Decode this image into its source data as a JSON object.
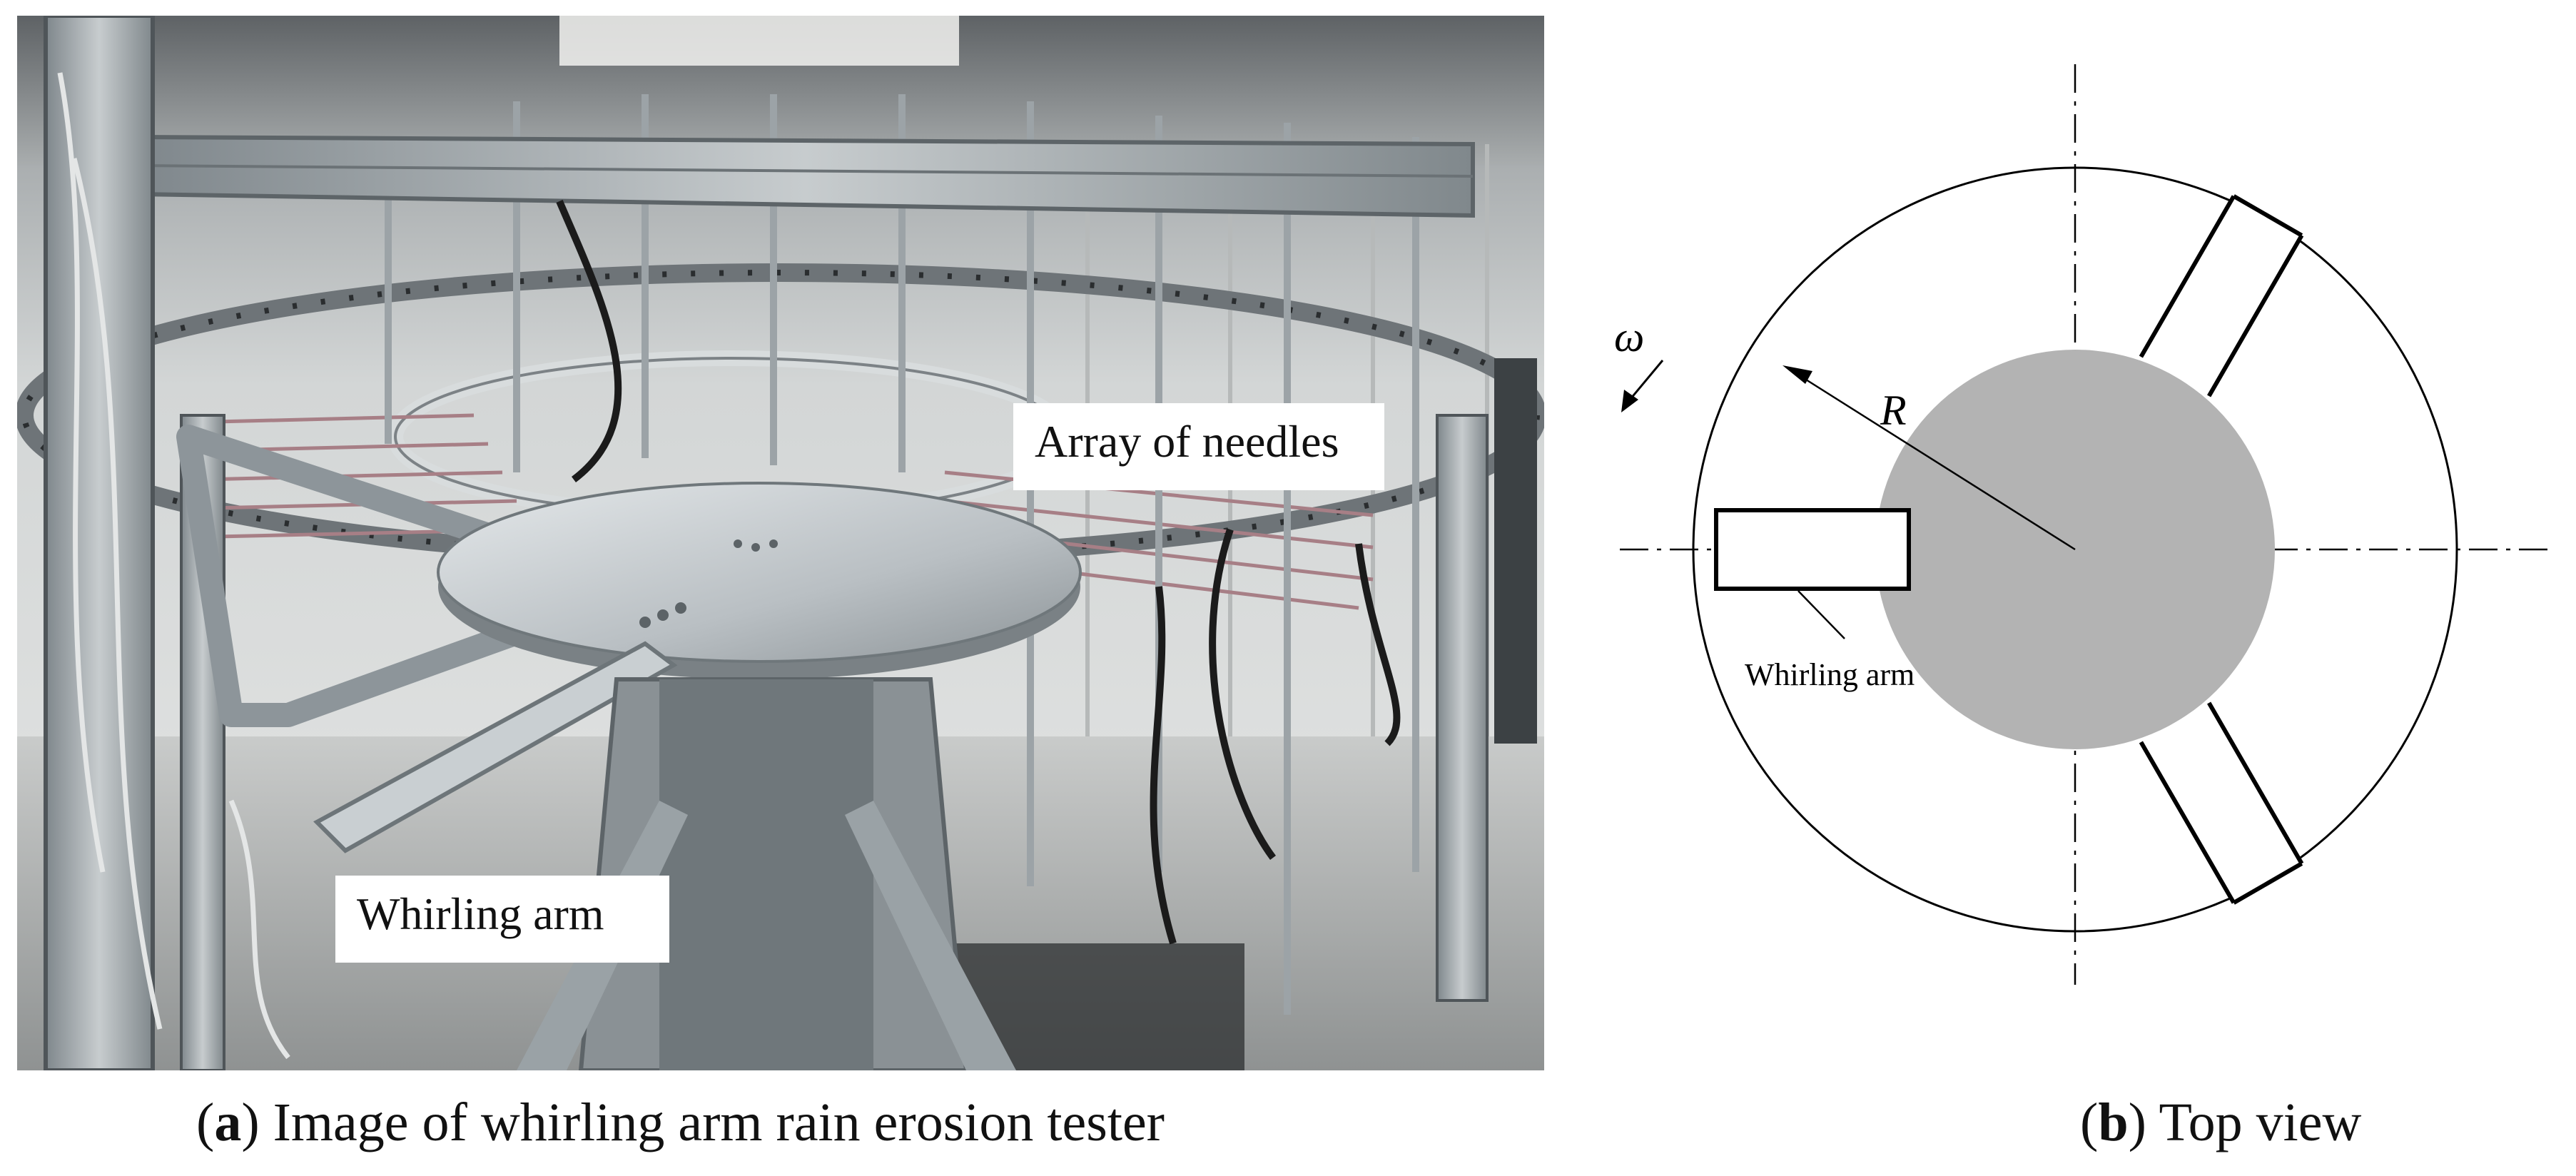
{
  "photo": {
    "labels": {
      "needles": "Array of needles",
      "arm": "Whirling arm"
    },
    "colors": {
      "frame_metal": "#9aa3a8",
      "wall": "#d7d9d8",
      "floor": "#bfc2c1",
      "disk": "#b9bfc3",
      "cable": "#1b1b1b"
    }
  },
  "diagram": {
    "omega_label": "ω",
    "radius_label": "R",
    "arm_label": "Whirling arm",
    "colors": {
      "hub_fill": "#b3b3b3",
      "line": "#000000"
    }
  },
  "captions": {
    "a": {
      "open": "(",
      "letter": "a",
      "close": ")",
      "text": " Image of whirling arm rain erosion tester"
    },
    "b": {
      "open": "(",
      "letter": "b",
      "close": ")",
      "text": " Top view"
    }
  }
}
